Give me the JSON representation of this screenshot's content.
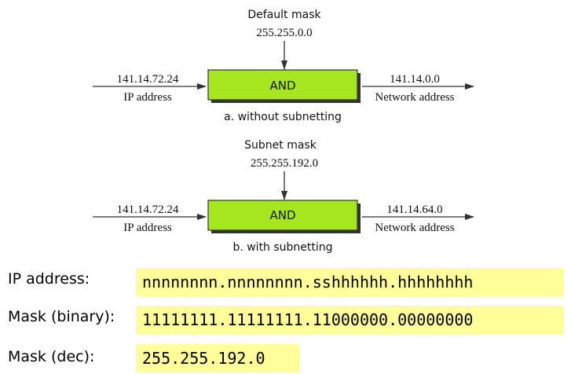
{
  "panel_a": {
    "mask_title": "Default mask",
    "mask_value": "255.255.0.0",
    "ip_value": "141.14.72.24",
    "ip_label": "IP address",
    "gate_label": "AND",
    "net_value": "141.14.0.0",
    "net_label": "Network address",
    "caption": "a. without subnetting"
  },
  "panel_b": {
    "mask_title": "Subnet mask",
    "mask_value": "255.255.192.0",
    "ip_value": "141.14.72.24",
    "ip_label": "IP address",
    "gate_label": "AND",
    "net_value": "141.14.64.0",
    "net_label": "Network address",
    "caption": "b. with subnetting"
  },
  "table": {
    "ip_label": "IP address:",
    "ip_value": "nnnnnnnn.nnnnnnnn.sshhhhhh.hhhhhhhh",
    "mask_bin_label": "Mask (binary):",
    "mask_bin_value": "11111111.11111111.11000000.00000000",
    "mask_dec_label": "Mask (dec):",
    "mask_dec_value": "255.255.192.0"
  },
  "colors": {
    "gate_fill": "#a6e61f",
    "highlight": "#ffff99"
  }
}
